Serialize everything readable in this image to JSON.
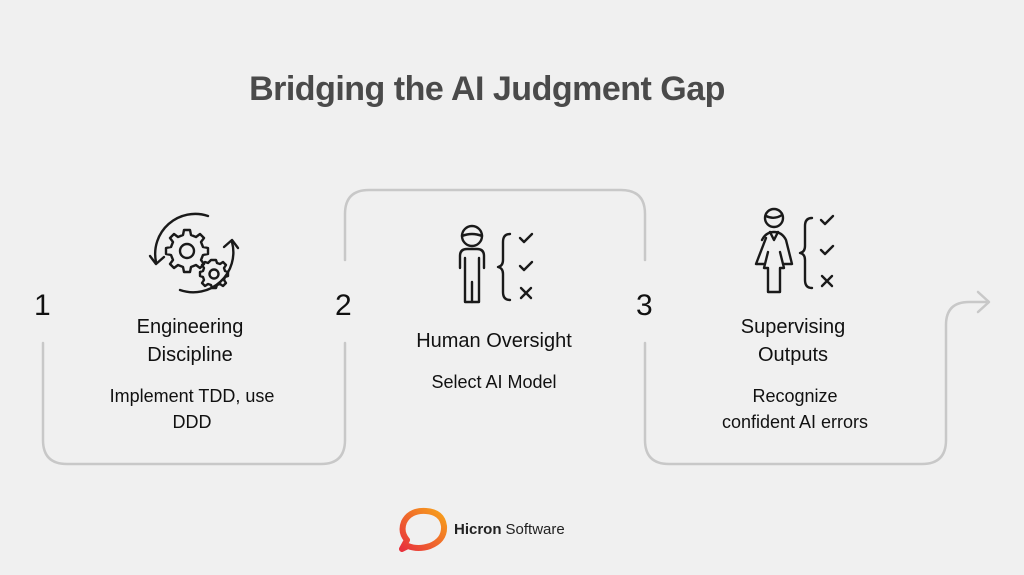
{
  "title": "Bridging the AI Judgment Gap",
  "steps": [
    {
      "number": "1",
      "title_lines": [
        "Engineering",
        "Discipline"
      ],
      "desc_lines": [
        "Implement TDD, use",
        "DDD"
      ],
      "icon": "gears-cycle-icon"
    },
    {
      "number": "2",
      "title_lines": [
        "Human Oversight"
      ],
      "desc_lines": [
        "Select AI Model"
      ],
      "icon": "person-checklist-icon"
    },
    {
      "number": "3",
      "title_lines": [
        "Supervising",
        "Outputs"
      ],
      "desc_lines": [
        "Recognize",
        "confident AI errors"
      ],
      "icon": "person-checklist-error-icon"
    }
  ],
  "logo": {
    "brand": "Hicron",
    "suffix": "Software",
    "colors": [
      "#e8323c",
      "#f7a21b"
    ]
  },
  "colors": {
    "background": "#f0f0f0",
    "connector": "#c8c8c8",
    "title": "#4a4a4a"
  }
}
